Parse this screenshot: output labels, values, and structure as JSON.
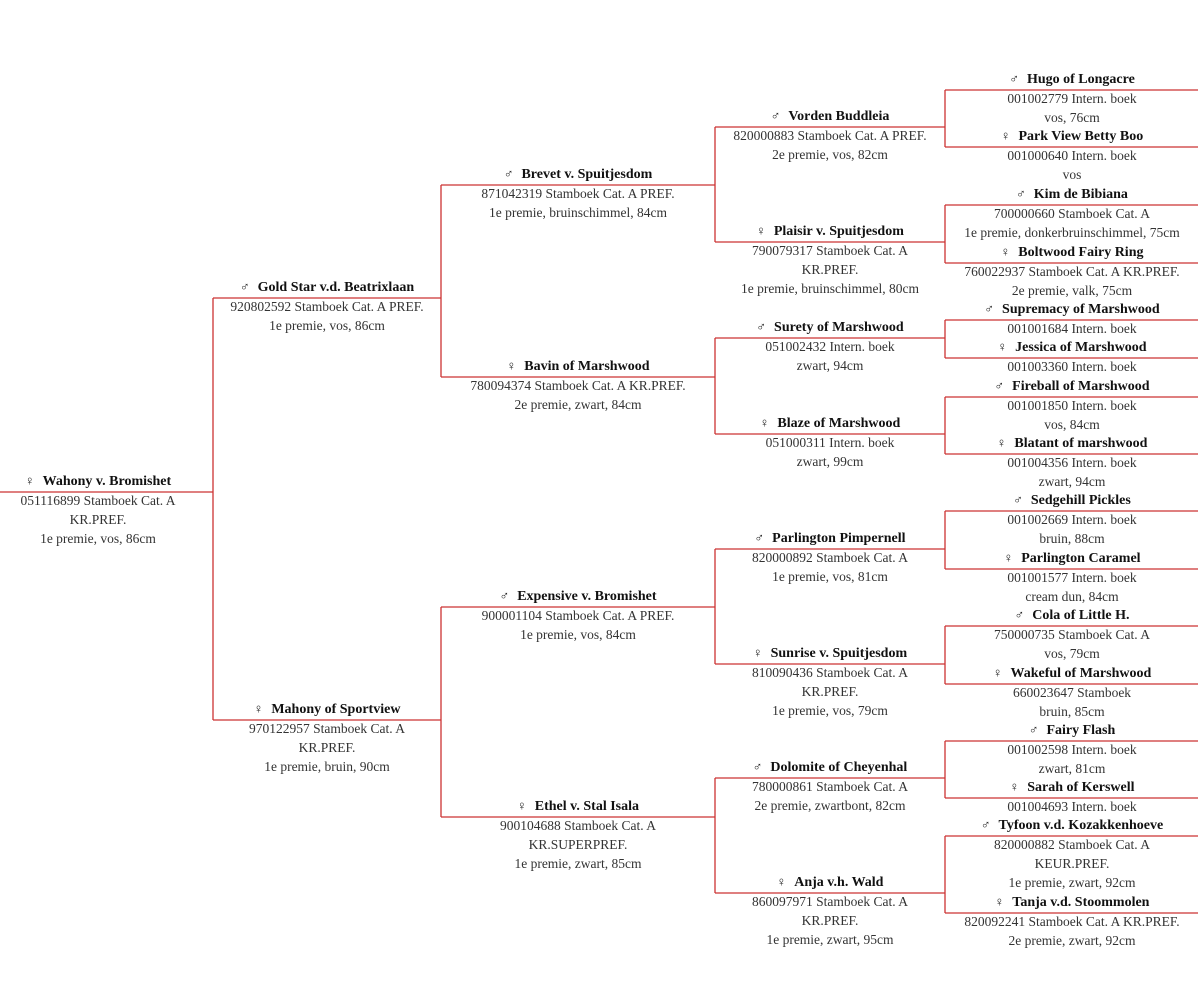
{
  "sex_symbols": {
    "m": "♂",
    "f": "♀"
  },
  "line_color": "#cc3333",
  "pedigree": [
    {
      "gen": 0,
      "sex": "f",
      "name": "Wahony v. Bromishet",
      "lines": [
        "051116899 Stamboek Cat. A",
        "KR.PREF.",
        "1e premie, vos, 86cm"
      ]
    },
    {
      "gen": 1,
      "sex": "m",
      "name": "Gold Star v.d. Beatrixlaan",
      "lines": [
        "920802592 Stamboek Cat. A PREF.",
        "1e premie, vos, 86cm"
      ]
    },
    {
      "gen": 1,
      "sex": "f",
      "name": "Mahony of Sportview",
      "lines": [
        "970122957 Stamboek Cat. A",
        "KR.PREF.",
        "1e premie, bruin, 90cm"
      ]
    },
    {
      "gen": 2,
      "sex": "m",
      "name": "Brevet v. Spuitjesdom",
      "lines": [
        "871042319 Stamboek Cat. A PREF.",
        "1e premie, bruinschimmel, 84cm"
      ]
    },
    {
      "gen": 2,
      "sex": "f",
      "name": "Bavin of Marshwood",
      "lines": [
        "780094374 Stamboek Cat. A KR.PREF.",
        "2e premie, zwart, 84cm"
      ]
    },
    {
      "gen": 2,
      "sex": "m",
      "name": "Expensive v. Bromishet",
      "lines": [
        "900001104 Stamboek Cat. A PREF.",
        "1e premie, vos, 84cm"
      ]
    },
    {
      "gen": 2,
      "sex": "f",
      "name": "Ethel v. Stal Isala",
      "lines": [
        "900104688 Stamboek Cat. A",
        "KR.SUPERPREF.",
        "1e premie, zwart, 85cm"
      ]
    },
    {
      "gen": 3,
      "sex": "m",
      "name": "Vorden Buddleia",
      "lines": [
        "820000883 Stamboek Cat. A PREF.",
        "2e premie, vos, 82cm"
      ]
    },
    {
      "gen": 3,
      "sex": "f",
      "name": "Plaisir v. Spuitjesdom",
      "lines": [
        "790079317 Stamboek Cat. A",
        "KR.PREF.",
        "1e premie, bruinschimmel, 80cm"
      ]
    },
    {
      "gen": 3,
      "sex": "m",
      "name": "Surety of Marshwood",
      "lines": [
        "051002432 Intern. boek",
        "zwart, 94cm"
      ]
    },
    {
      "gen": 3,
      "sex": "f",
      "name": "Blaze of Marshwood",
      "lines": [
        "051000311 Intern. boek",
        "zwart, 99cm"
      ]
    },
    {
      "gen": 3,
      "sex": "m",
      "name": "Parlington Pimpernell",
      "lines": [
        "820000892 Stamboek Cat. A",
        "1e premie, vos, 81cm"
      ]
    },
    {
      "gen": 3,
      "sex": "f",
      "name": "Sunrise v. Spuitjesdom",
      "lines": [
        "810090436 Stamboek Cat. A",
        "KR.PREF.",
        "1e premie, vos, 79cm"
      ]
    },
    {
      "gen": 3,
      "sex": "m",
      "name": "Dolomite of Cheyenhal",
      "lines": [
        "780000861 Stamboek Cat. A",
        "2e premie, zwartbont, 82cm"
      ]
    },
    {
      "gen": 3,
      "sex": "f",
      "name": "Anja v.h. Wald",
      "lines": [
        "860097971 Stamboek Cat. A",
        "KR.PREF.",
        "1e premie, zwart, 95cm"
      ]
    },
    {
      "gen": 4,
      "sex": "m",
      "name": "Hugo of Longacre",
      "lines": [
        "001002779 Intern. boek",
        "vos, 76cm"
      ]
    },
    {
      "gen": 4,
      "sex": "f",
      "name": "Park View Betty Boo",
      "lines": [
        "001000640 Intern. boek",
        "vos"
      ]
    },
    {
      "gen": 4,
      "sex": "m",
      "name": "Kim de Bibiana",
      "lines": [
        "700000660 Stamboek Cat. A",
        "1e premie, donkerbruinschimmel, 75cm"
      ]
    },
    {
      "gen": 4,
      "sex": "f",
      "name": "Boltwood Fairy Ring",
      "lines": [
        "760022937 Stamboek Cat. A KR.PREF.",
        "2e premie, valk, 75cm"
      ]
    },
    {
      "gen": 4,
      "sex": "m",
      "name": "Supremacy of Marshwood",
      "lines": [
        "001001684 Intern. boek"
      ]
    },
    {
      "gen": 4,
      "sex": "f",
      "name": "Jessica of Marshwood",
      "lines": [
        "001003360 Intern. boek"
      ]
    },
    {
      "gen": 4,
      "sex": "m",
      "name": "Fireball of Marshwood",
      "lines": [
        "001001850 Intern. boek",
        "vos, 84cm"
      ]
    },
    {
      "gen": 4,
      "sex": "f",
      "name": "Blatant of marshwood",
      "lines": [
        "001004356 Intern. boek",
        "zwart, 94cm"
      ]
    },
    {
      "gen": 4,
      "sex": "m",
      "name": "Sedgehill Pickles",
      "lines": [
        "001002669 Intern. boek",
        "bruin, 88cm"
      ]
    },
    {
      "gen": 4,
      "sex": "f",
      "name": "Parlington Caramel",
      "lines": [
        "001001577 Intern. boek",
        "cream dun, 84cm"
      ]
    },
    {
      "gen": 4,
      "sex": "m",
      "name": "Cola of Little H.",
      "lines": [
        "750000735 Stamboek Cat. A",
        "vos, 79cm"
      ]
    },
    {
      "gen": 4,
      "sex": "f",
      "name": "Wakeful of Marshwood",
      "lines": [
        "660023647 Stamboek",
        "bruin, 85cm"
      ]
    },
    {
      "gen": 4,
      "sex": "m",
      "name": "Fairy Flash",
      "lines": [
        "001002598 Intern. boek",
        "zwart, 81cm"
      ]
    },
    {
      "gen": 4,
      "sex": "f",
      "name": "Sarah of Kerswell",
      "lines": [
        "001004693 Intern. boek"
      ]
    },
    {
      "gen": 4,
      "sex": "m",
      "name": "Tyfoon v.d. Kozakkenhoeve",
      "lines": [
        "820000882 Stamboek Cat. A",
        "KEUR.PREF.",
        "1e premie, zwart, 92cm"
      ]
    },
    {
      "gen": 4,
      "sex": "f",
      "name": "Tanja v.d. Stoommolen",
      "lines": [
        "820092241 Stamboek Cat. A KR.PREF.",
        "2e premie, zwart, 92cm"
      ]
    }
  ]
}
